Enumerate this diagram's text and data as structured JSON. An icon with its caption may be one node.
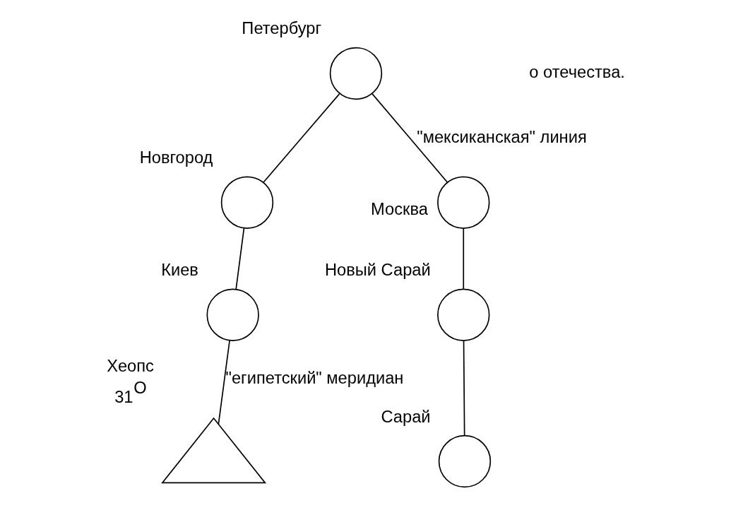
{
  "diagram": {
    "nodes": [
      {
        "text": [],
        "shape": "circle",
        "beside": [
          "Петербург"
        ]
      },
      {
        "text": [],
        "shape": "circle",
        "beside": [
          "Новгород"
        ]
      },
      {
        "text": [],
        "shape": "circle",
        "beside": [
          "Киев"
        ]
      },
      {
        "text": [],
        "shape": "triangle",
        "beside": [
          "Хеопс",
          "31$^{O}$"
        ]
      },
      {
        "text": [],
        "shape": "circle",
        "beside": [
          "Москва"
        ]
      },
      {
        "text": [],
        "shape": "circle",
        "beside": [
          "Новый Сарай"
        ]
      },
      {
        "text": [],
        "shape": "circle",
        "beside": [
          "Сарай"
        ]
      }
    ],
    "edges": [
      {
        "from": 0,
        "to": 1,
        "arrow": "none"
      },
      {
        "from": 1,
        "to": 2,
        "arrow": "none"
      },
      {
        "from": 2,
        "to": 3,
        "arrow": "none",
        "label": "\"египетский\" меридиан"
      },
      {
        "from": 0,
        "to": 4,
        "arrow": "none",
        "label": "\"мексиканская\" линия"
      },
      {
        "from": 4,
        "to": 5,
        "arrow": "none"
      },
      {
        "from": 5,
        "to": 6,
        "arrow": "none"
      }
    ],
    "labels": [
      "о отечества."
    ]
  }
}
